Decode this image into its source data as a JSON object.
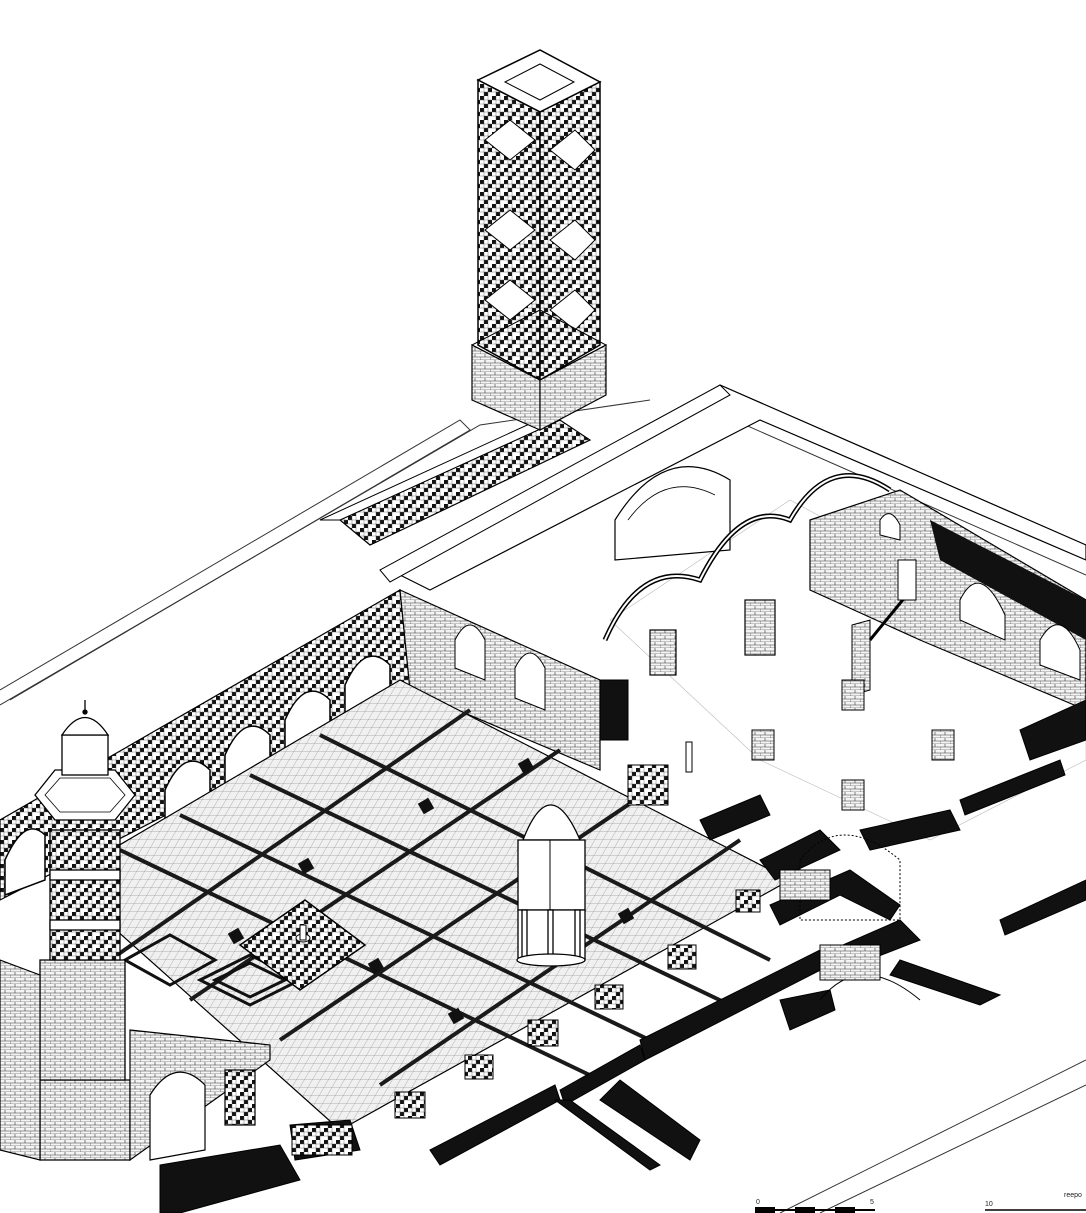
{
  "drawing": {
    "palette": {
      "ink": "#000000",
      "paper": "#ffffff",
      "pave_light": "#f4f4f4",
      "pave_mid": "#d6d6d6",
      "pave_dark": "#1a1a1a"
    }
  },
  "scale_bar": {
    "tick_start": "0",
    "tick_mid": "5",
    "tick_end": "10",
    "corner_label": "reepo"
  }
}
